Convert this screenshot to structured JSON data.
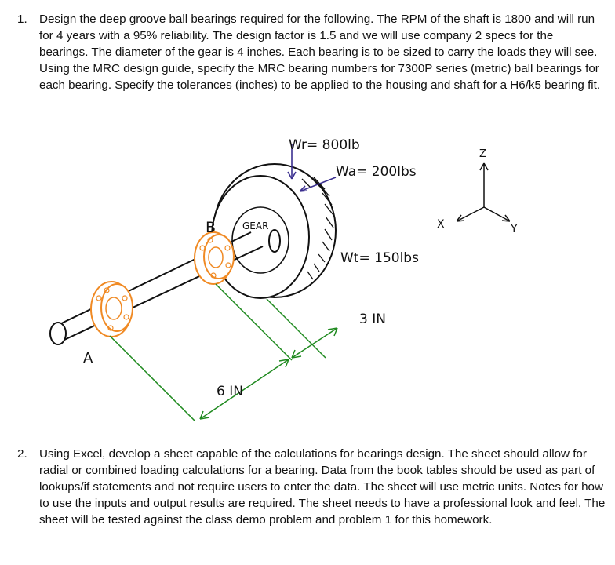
{
  "problem1": {
    "number": "1.",
    "text": "Design the deep groove ball bearings required for the following.  The RPM of the shaft is 1800 and will run for 4 years with a 95% reliability.  The design factor is 1.5 and we will use company 2 specs for the bearings.  The diameter of the gear is 4 inches.  Each bearing is to be sized to carry the loads they will see.  Using the MRC design guide, specify the MRC bearing numbers for 7300P series (metric) ball bearings for each bearing.  Specify the tolerances (inches) to be applied to the housing and shaft for a H6/k5 bearing fit."
  },
  "figure": {
    "labels": {
      "wr": "Wr= 800lb",
      "wa": "Wa= 200lbs",
      "wt": "Wt= 150lbs",
      "dim_3": "3 IN",
      "dim_6": "6 IN",
      "bearing_a": "A",
      "bearing_b": "B",
      "gear": "GEAR",
      "axis_z": "Z",
      "axis_x": "X",
      "axis_y": "Y"
    },
    "colors": {
      "bearing": "#f08a24",
      "dimension": "#1f8a1f",
      "force": "#3b2f8f",
      "ink": "#111111"
    }
  },
  "problem2": {
    "number": "2.",
    "text": "Using Excel, develop a sheet capable of the calculations for bearings design.  The sheet should allow for radial or combined loading calculations for a bearing.  Data from the book tables should be used as part of lookups/if statements and not require users to enter the data.  The sheet will use metric units.  Notes for how to use the inputs and output results are required.  The sheet needs to have a professional look and feel.  The sheet will be tested against the class demo problem and problem 1 for this homework."
  }
}
